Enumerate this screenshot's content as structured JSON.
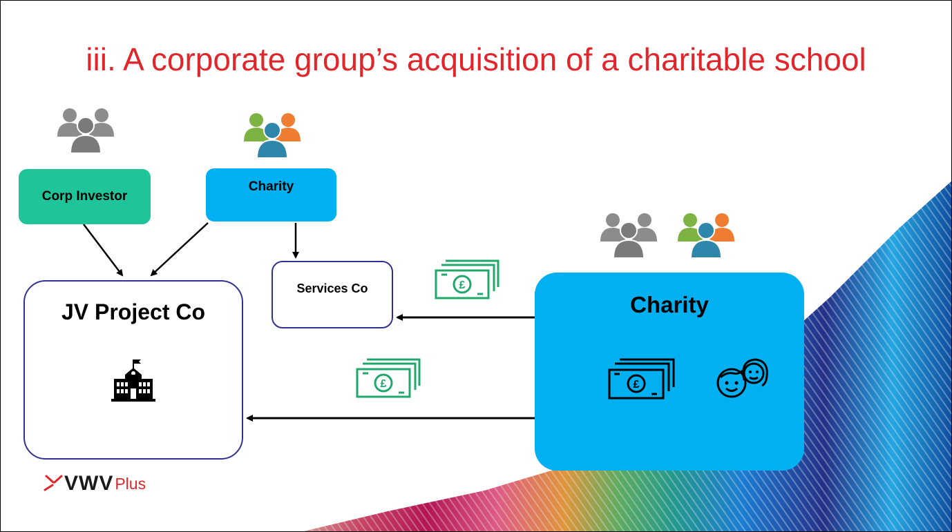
{
  "title": "iii. A corporate group’s acquisition of a charitable school",
  "nodes": {
    "corp_investor": "Corp Investor",
    "charity_top": "Charity",
    "services_co": "Services Co",
    "jv_project_co": "JV Project Co",
    "charity_main": "Charity"
  },
  "icons": {
    "group_gray": "people-group-gray-icon",
    "group_color": "people-group-colored-icon",
    "money": "pound-banknotes-icon",
    "school": "school-building-icon",
    "children": "children-faces-icon",
    "pencils": "coloured-pencils-background"
  },
  "colors": {
    "title": "#e0262b",
    "corp_investor": "#1fc49b",
    "charity": "#00b0f0",
    "box_border": "#2e3192",
    "money_green": "#1fa86a"
  },
  "logo": {
    "main": "VWV",
    "sub": "Plus"
  }
}
